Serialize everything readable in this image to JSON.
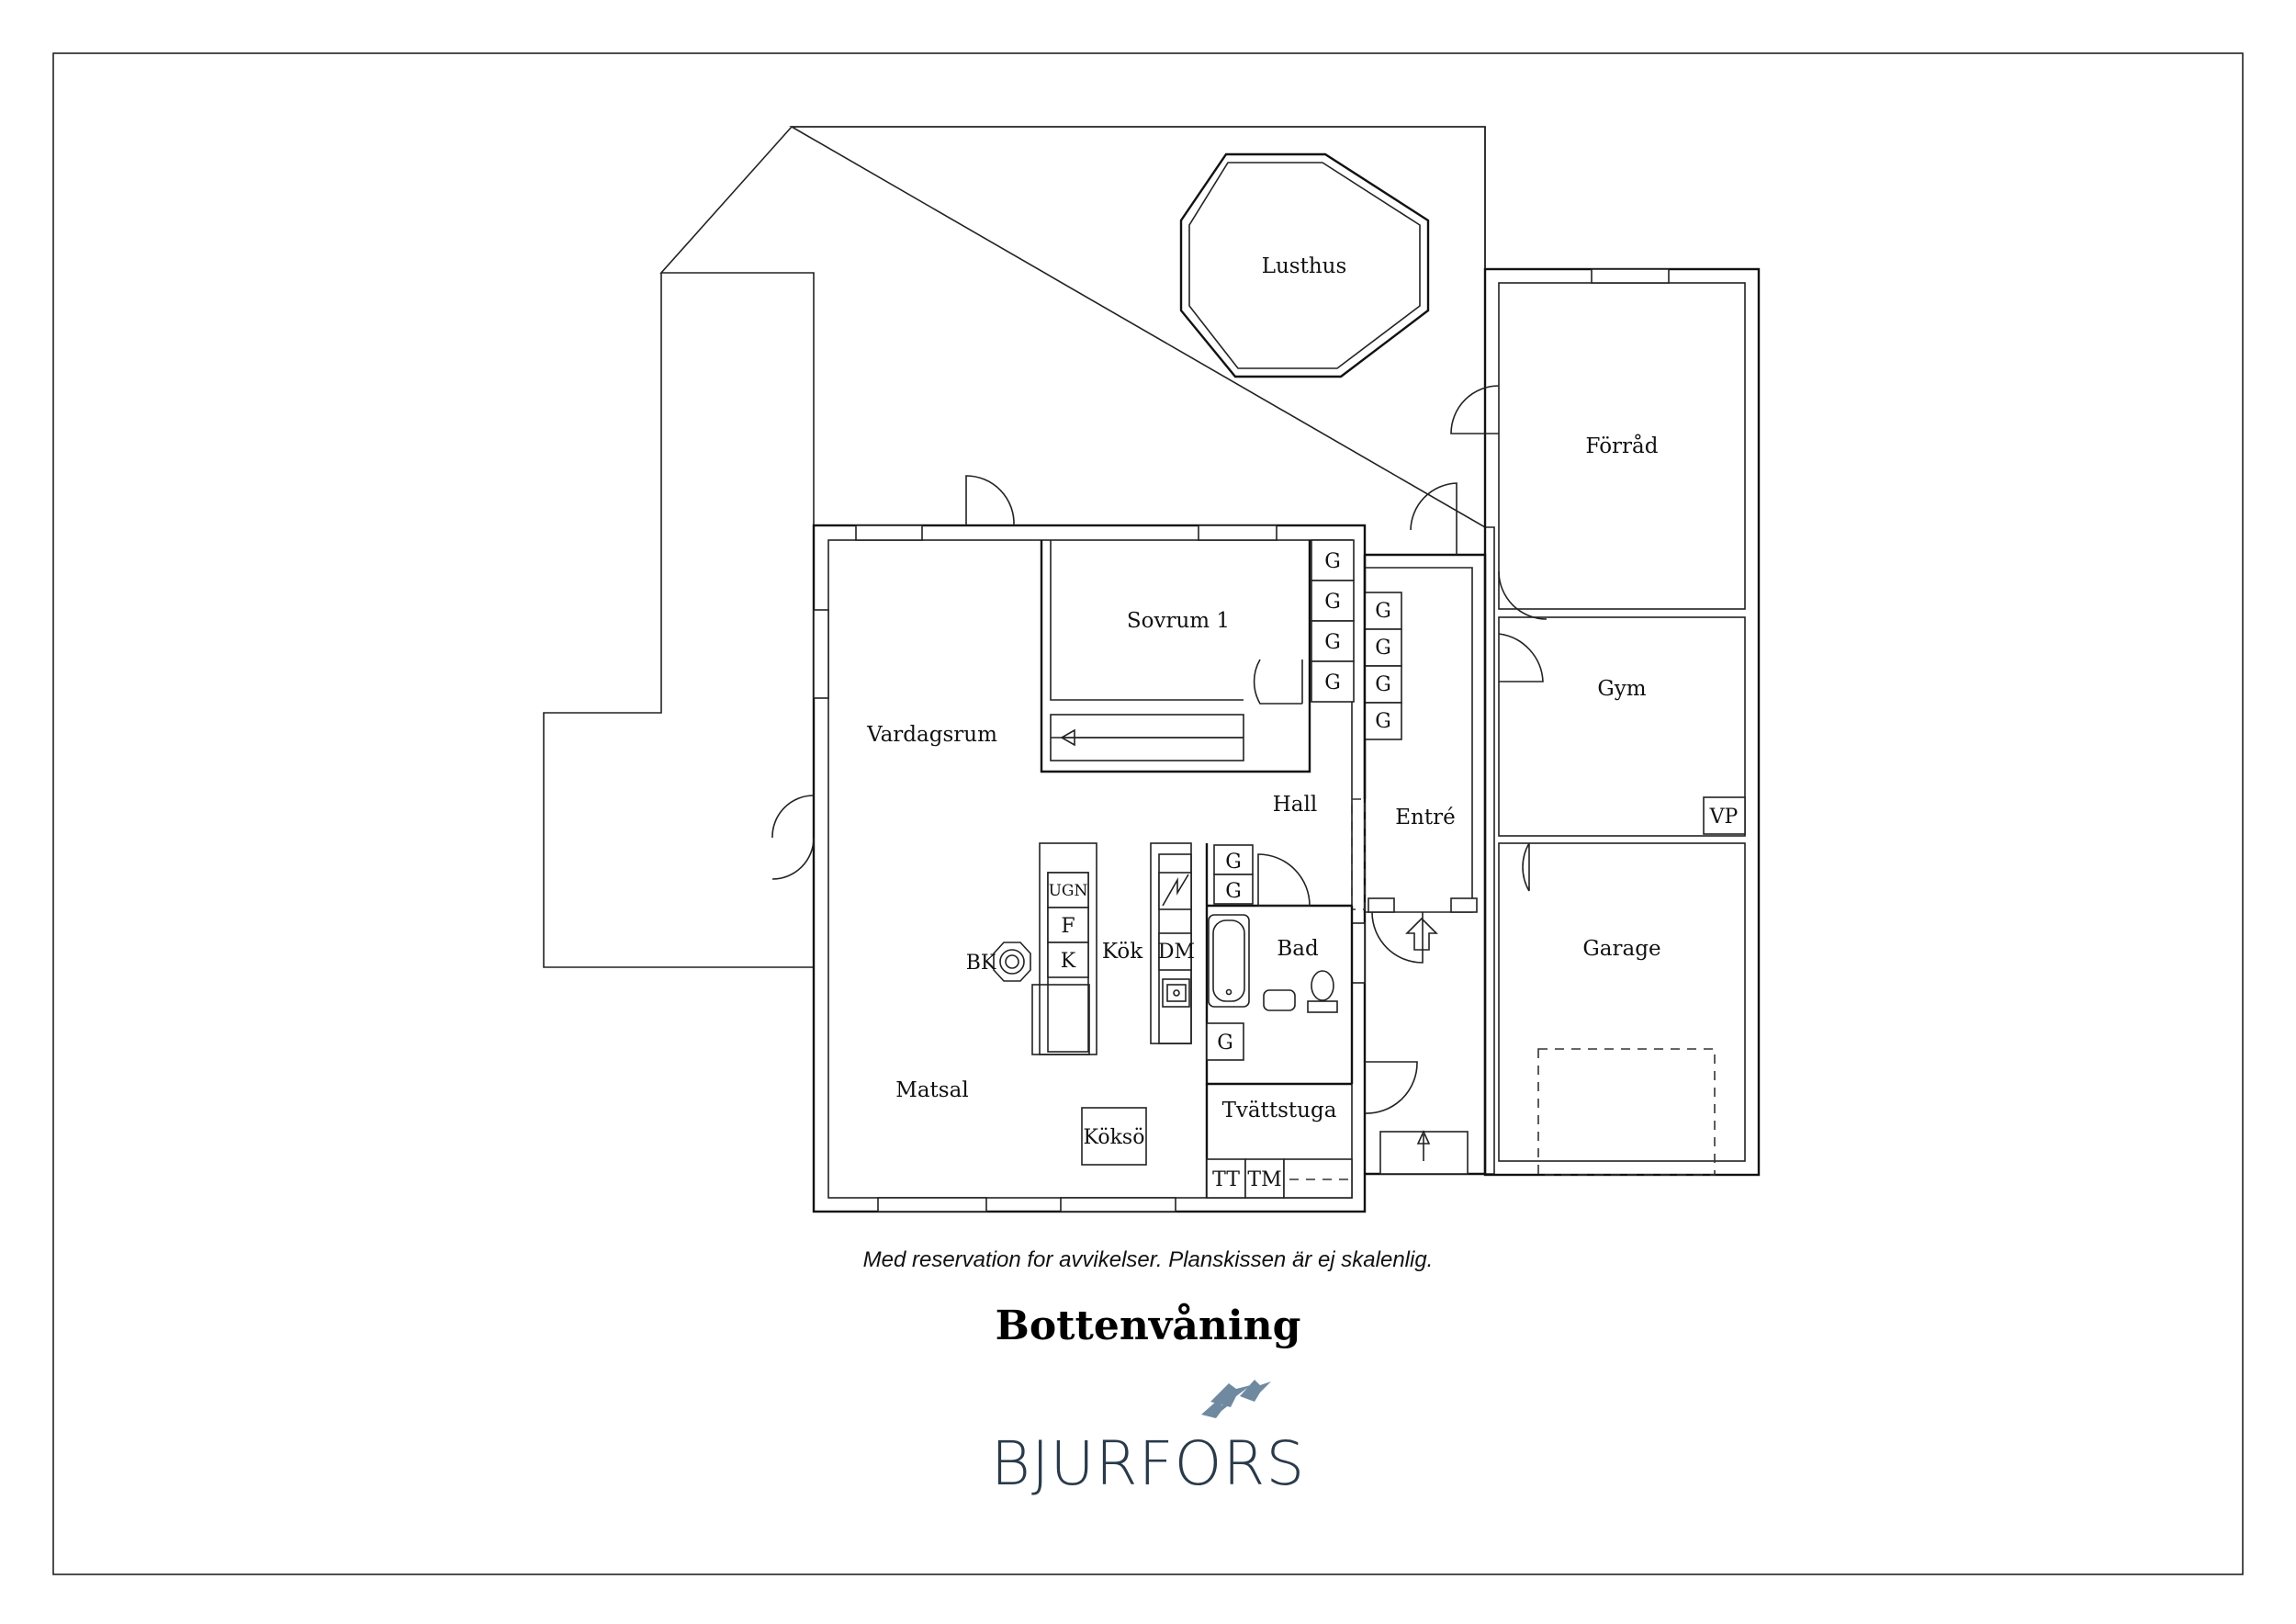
{
  "rooms": {
    "lusthus": "Lusthus",
    "forrad": "Förråd",
    "sovrum1": "Sovrum 1",
    "vardagsrum": "Vardagsrum",
    "gym": "Gym",
    "hall": "Hall",
    "entre": "Entré",
    "kok": "Kök",
    "bad": "Bad",
    "garage": "Garage",
    "matsal": "Matsal",
    "tvattstuga": "Tvättstuga"
  },
  "fixtures": {
    "wardrobe": "G",
    "oven": "UGN",
    "fridge": "F",
    "freezer": "K",
    "fireplace": "BK",
    "dishwasher": "DM",
    "kitchen_island": "Köksö",
    "tumble_dryer": "TT",
    "washing_machine": "TM",
    "heat_pump": "VP"
  },
  "footer": {
    "disclaimer": "Med reservation for avvikelser. Planskissen är ej skalenlig.",
    "floor_title": "Bottenvåning",
    "brand": "BJURFORS"
  },
  "colors": {
    "line": "#111111",
    "brand": "#2a3a4a",
    "logo_birds": "#6f8aa0"
  }
}
